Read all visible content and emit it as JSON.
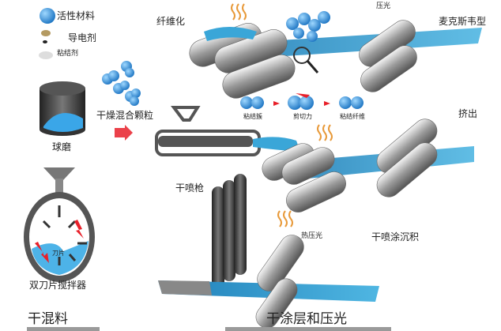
{
  "legend": {
    "items": [
      {
        "label": "活性材料",
        "icon": "active-material-sphere-icon"
      },
      {
        "label": "导电剂",
        "icon": "conductive-agent-icon"
      },
      {
        "label": "粘结剂",
        "icon": "binder-icon"
      }
    ]
  },
  "labels": {
    "fibrillation": "纤维化",
    "calendering_top": "压光",
    "maxwell": "麦克斯韦型",
    "dry_mixed_granules": "干燥混合颗粒",
    "ball_mill": "球磨",
    "binder_cluster": "粘结簇",
    "shear_force": "剪切力",
    "binder_fiber": "粘结纤维",
    "extrusion": "挤出",
    "dry_spray_gun": "干喷枪",
    "hot_calendering": "热压光",
    "dry_spray_deposition": "干喷涂沉积",
    "blade": "刀片",
    "twin_blade_mixer": "双刀片搅拌器"
  },
  "sections": {
    "dry_mixing": "干混料",
    "dry_coating": "干涂层和压光"
  },
  "colors": {
    "blue": "#2d8fd0",
    "film": "#3aa6d8",
    "roller": "#9a9a9a",
    "arrow": "#e8202a"
  }
}
